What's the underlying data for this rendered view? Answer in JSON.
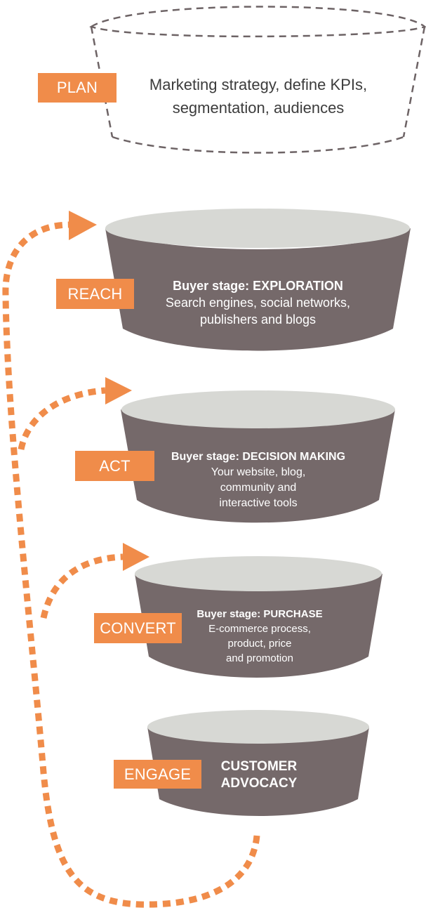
{
  "colors": {
    "accent": "#f08c4a",
    "bucket_body": "#75696a",
    "bucket_top": "#d7d8d4",
    "dashed_outline": "#6d6365",
    "text_dark": "#3c3c3c",
    "text_light": "#ffffff"
  },
  "plan": {
    "label": "PLAN",
    "description_lines": [
      "Marketing strategy, define KPIs,",
      "segmentation, audiences"
    ]
  },
  "stages": [
    {
      "label": "REACH",
      "heading": "Buyer stage: EXPLORATION",
      "lines": [
        "Search engines, social networks,",
        "publishers and blogs"
      ]
    },
    {
      "label": "ACT",
      "heading": "Buyer stage: DECISION MAKING",
      "lines": [
        "Your website, blog,",
        "community and",
        "interactive tools"
      ]
    },
    {
      "label": "CONVERT",
      "heading": "Buyer stage: PURCHASE",
      "lines": [
        "E-commerce process,",
        "product, price",
        "and promotion"
      ]
    },
    {
      "label": "ENGAGE",
      "heading": "",
      "lines": [
        "CUSTOMER",
        "ADVOCACY"
      ]
    }
  ]
}
